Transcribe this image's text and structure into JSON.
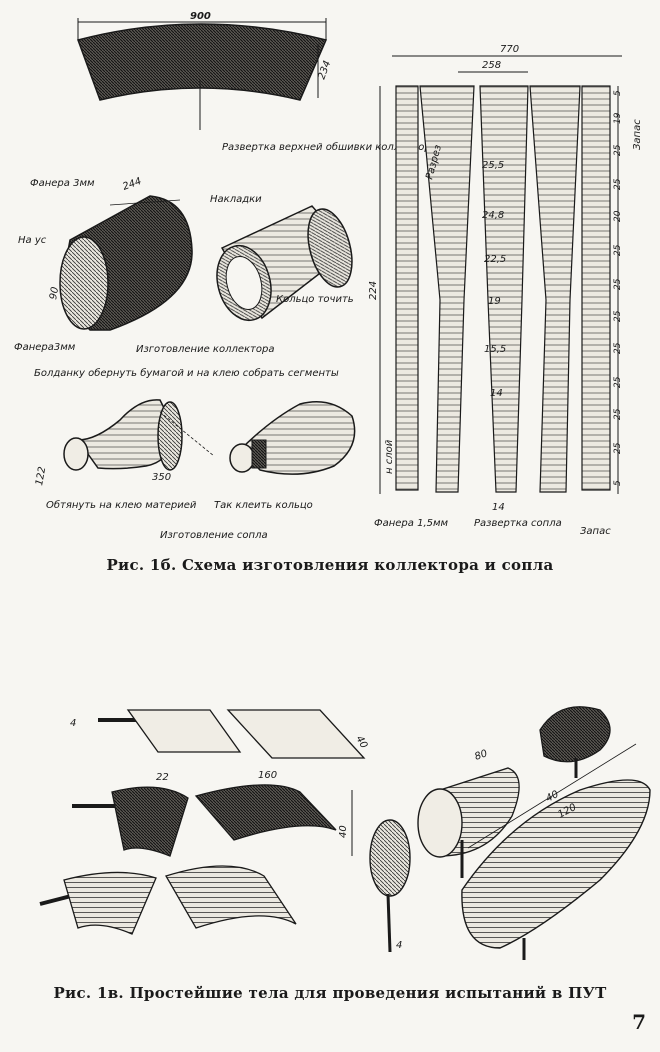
{
  "figure_top": {
    "caption": "Рис. 1б. Схема изготовления коллектора и сопла",
    "labels": {
      "dim_900": "900",
      "dim_234": "234",
      "razvertka_obshivki": "Развертка верхней обшивки коллектора",
      "fanera_3mm_top": "Фанера 3мм",
      "dim_244": "244",
      "na_us": "На ус",
      "dim_90": "90",
      "nakladki": "Накладки",
      "koltso_tochit": "Кольцо точить",
      "fanera_3mm_bottom": "Фанера3мм",
      "izgotovlenie_kollektora": "Изготовление коллектора",
      "boldanku": "Болданку обернуть бумагой и на клею собрать сегменты",
      "dim_122": "122",
      "dim_350": "350",
      "obtyanut": "Обтянуть на клею материей",
      "tak_kleit": "Так клеить кольцо",
      "izgotovlenie_sopla": "Изготовление сопла",
      "dim_770": "770",
      "dim_258": "258",
      "dim_224": "224",
      "razrez": "Разрез",
      "zapas_top": "Запас",
      "in_25_5": "25,5",
      "in_24_8": "24,8",
      "in_22_5": "22,5",
      "in_19": "19",
      "in_15_5": "15,5",
      "in_14": "14",
      "n_sloy": "н слой",
      "fanera_1_5mm": "Фанера 1,5мм",
      "dim_14": "14",
      "razvertka_sopla": "Развертка сопла",
      "zapas_bottom": "Запас",
      "right_dims": [
        "5",
        "19",
        "25",
        "25",
        "20",
        "25",
        "25",
        "25",
        "25",
        "25",
        "25",
        "25",
        "5"
      ]
    }
  },
  "figure_bottom": {
    "caption": "Рис. 1в. Простейшие тела для проведения испытаний в ПУТ",
    "labels": {
      "dim_4_left": "4",
      "dim_22": "22",
      "dim_160": "160",
      "dim_40_plate": "40",
      "dim_40_disc": "40",
      "dim_4_disc": "4",
      "dim_80": "80",
      "dim_40_ellipsoid": "40",
      "dim_120": "120"
    }
  },
  "page_number": "7"
}
